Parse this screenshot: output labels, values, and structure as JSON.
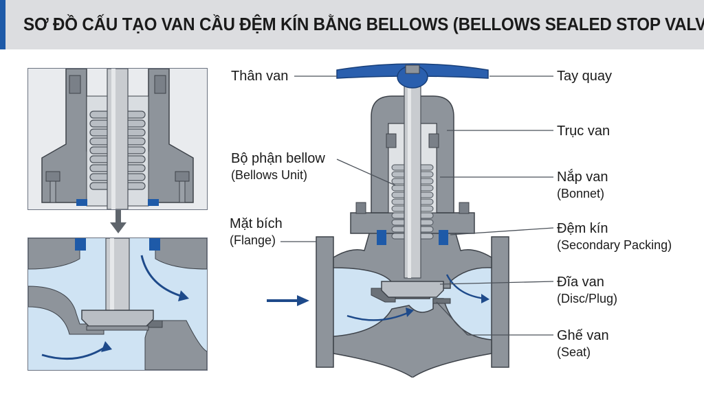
{
  "title": "SƠ ĐỒ CẤU TẠO VAN CẦU ĐỆM KÍN BẰNG BELLOWS (BELLOWS SEALED STOP VALVE)",
  "labels_left": {
    "than_van": "Thân van",
    "bo_phan_bellow": "Bộ phận bellow",
    "bo_phan_bellow_en": "(Bellows Unit)",
    "mat_bich": "Mặt bích",
    "mat_bich_en": "(Flange)"
  },
  "labels_right": {
    "tay_quay": "Tay quay",
    "truc_van": "Trục van",
    "nap_van": "Nắp van",
    "nap_van_en": "(Bonnet)",
    "dem_kin": "Đệm kín",
    "dem_kin_en": "(Secondary Packing)",
    "dia_van": "Đĩa van",
    "dia_van_en": "(Disc/Plug)",
    "ghe_van": "Ghế van",
    "ghe_van_en": "(Seat)"
  },
  "colors": {
    "body_gray": "#8e949b",
    "body_dark": "#5f656c",
    "stem": "#c9ccd0",
    "fluid": "#cfe3f3",
    "accent_blue": "#1e5aa8",
    "handwheel_blue": "#2a5fae"
  },
  "icons": [
    "flow-arrow-icon",
    "down-arrow-icon"
  ]
}
